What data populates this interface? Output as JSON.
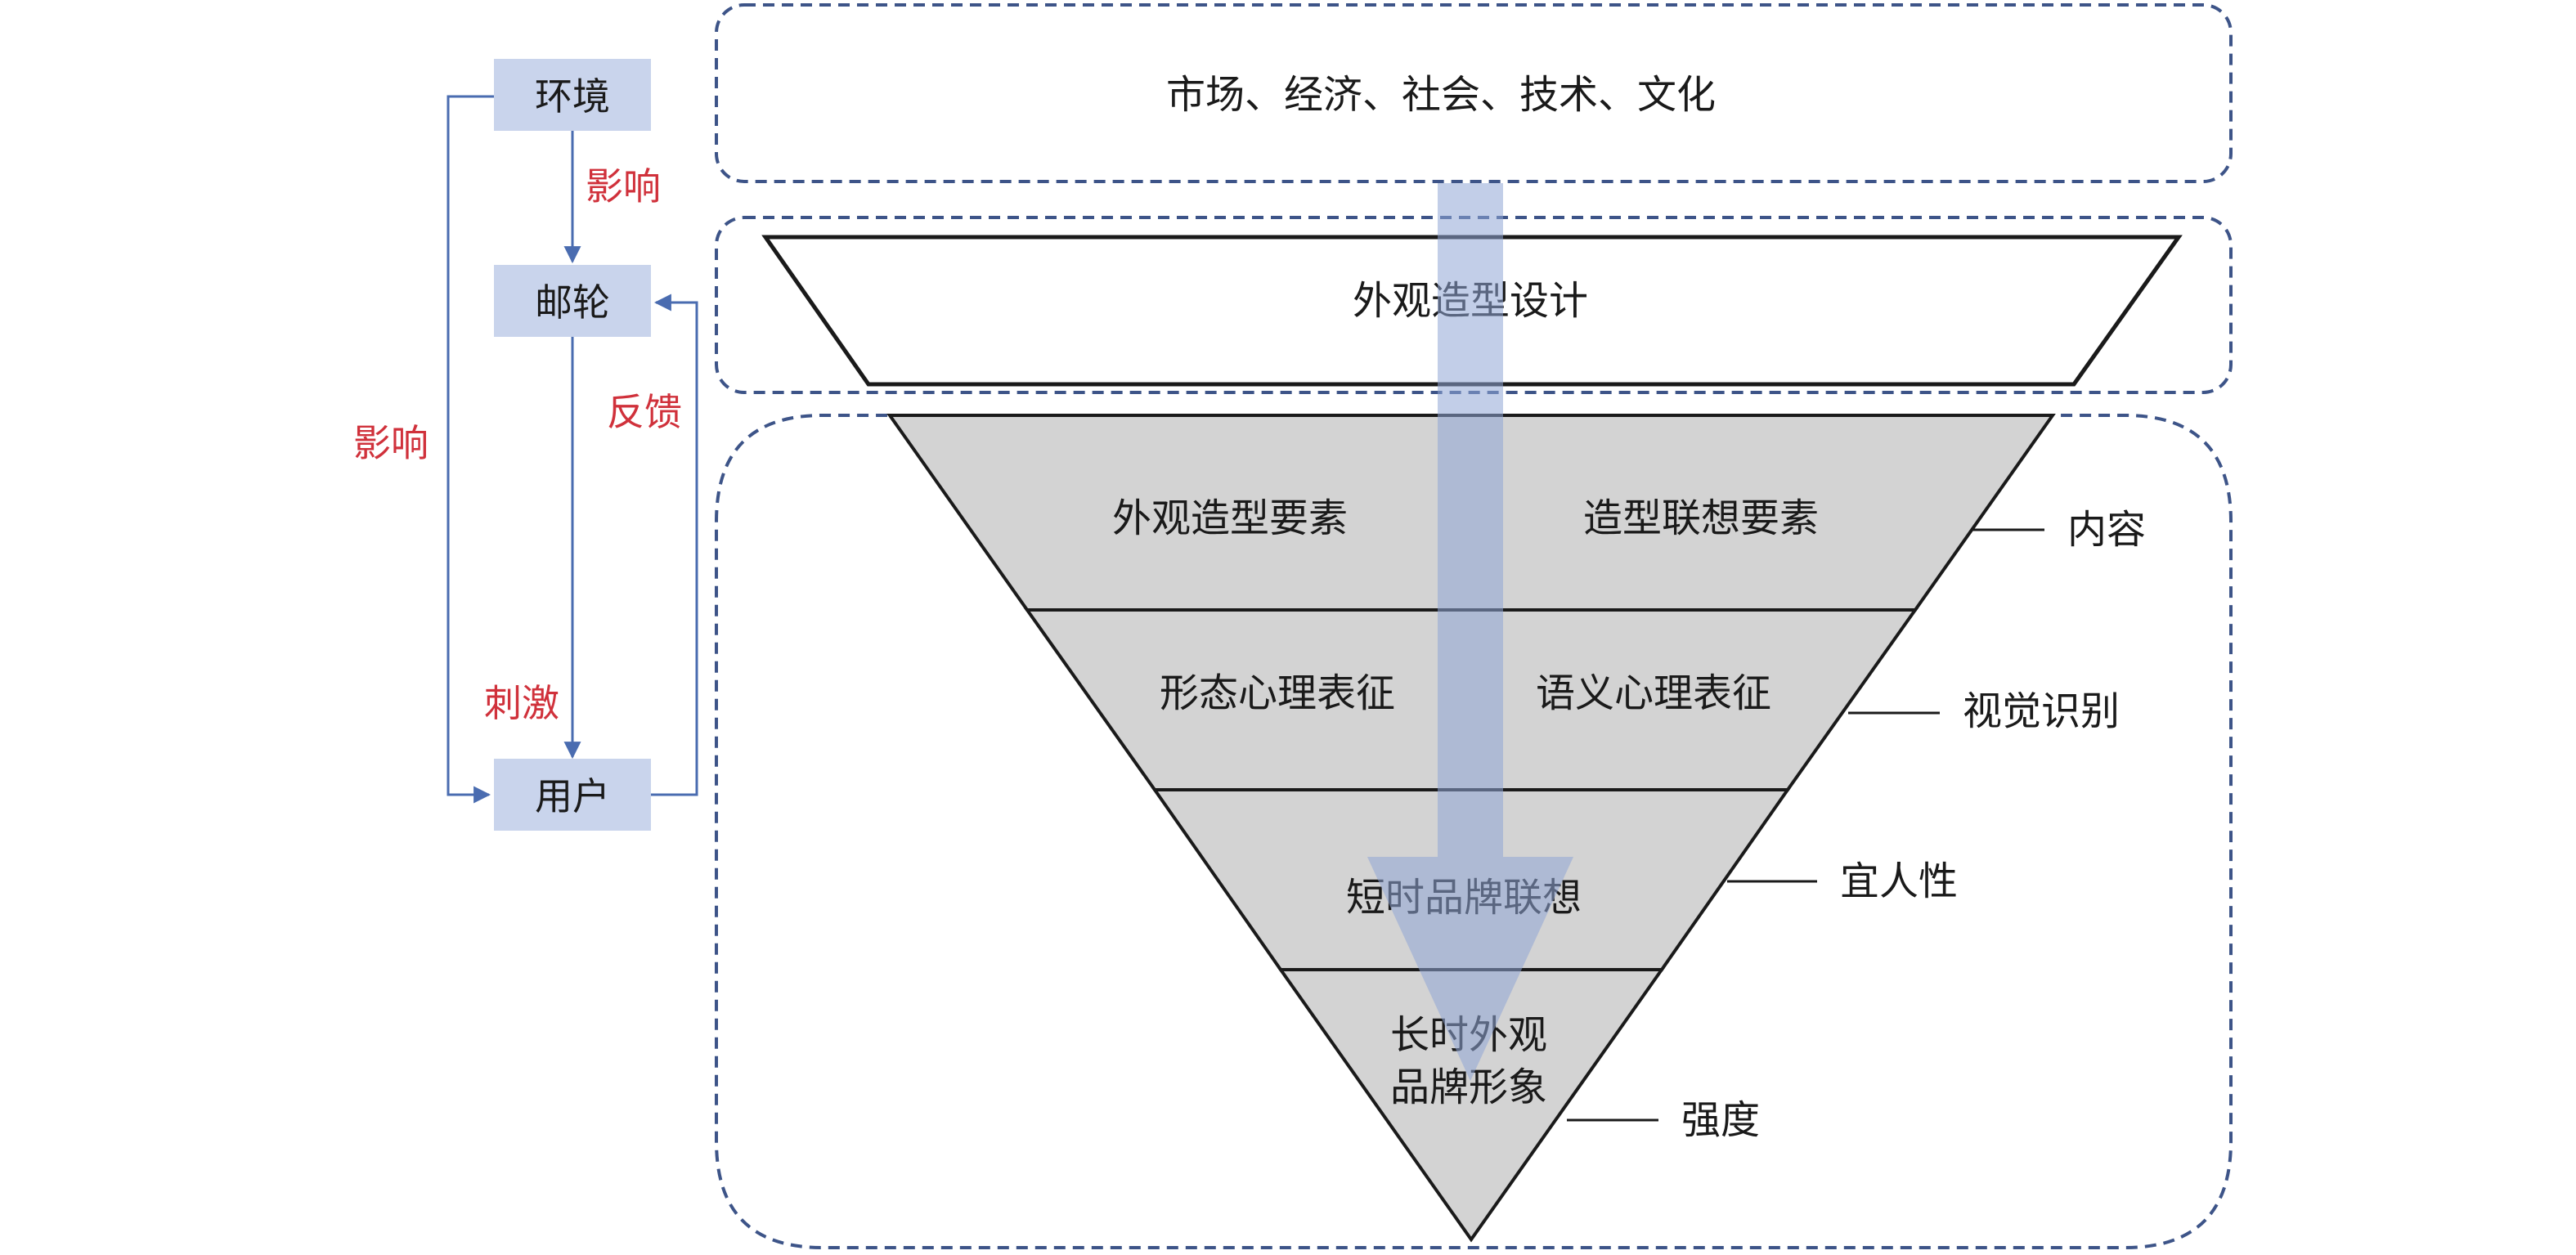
{
  "colors": {
    "box_fill": "#c9d4ec",
    "connector": "#4a6cb0",
    "relation_label": "#d0313b",
    "dashed_border": "#3d5488",
    "layer_fill": "#d3d3d3",
    "outline": "#1a1a1a",
    "flow_arrow": "#8fa5d6",
    "text": "#1a1a1a"
  },
  "model": {
    "nodes": {
      "environment": "环境",
      "cruise_ship": "邮轮",
      "user": "用户"
    },
    "relations": {
      "env_to_ship": "影响",
      "env_to_user": "影响",
      "ship_to_user": "刺激",
      "user_to_ship": "反馈"
    }
  },
  "context_band": {
    "label": "市场、经济、社会、技术、文化"
  },
  "design_band": {
    "label": "外观造型设计"
  },
  "pyramid": {
    "layers": [
      {
        "cells": [
          "外观造型要素",
          "造型联想要素"
        ],
        "callout": "内容"
      },
      {
        "cells": [
          "形态心理表征",
          "语义心理表征"
        ],
        "callout": "视觉识别"
      },
      {
        "cells": [
          "短时品牌联想"
        ],
        "callout": "宜人性"
      },
      {
        "cells": [
          "长时外观",
          "品牌形象"
        ],
        "callout": "强度"
      }
    ]
  }
}
